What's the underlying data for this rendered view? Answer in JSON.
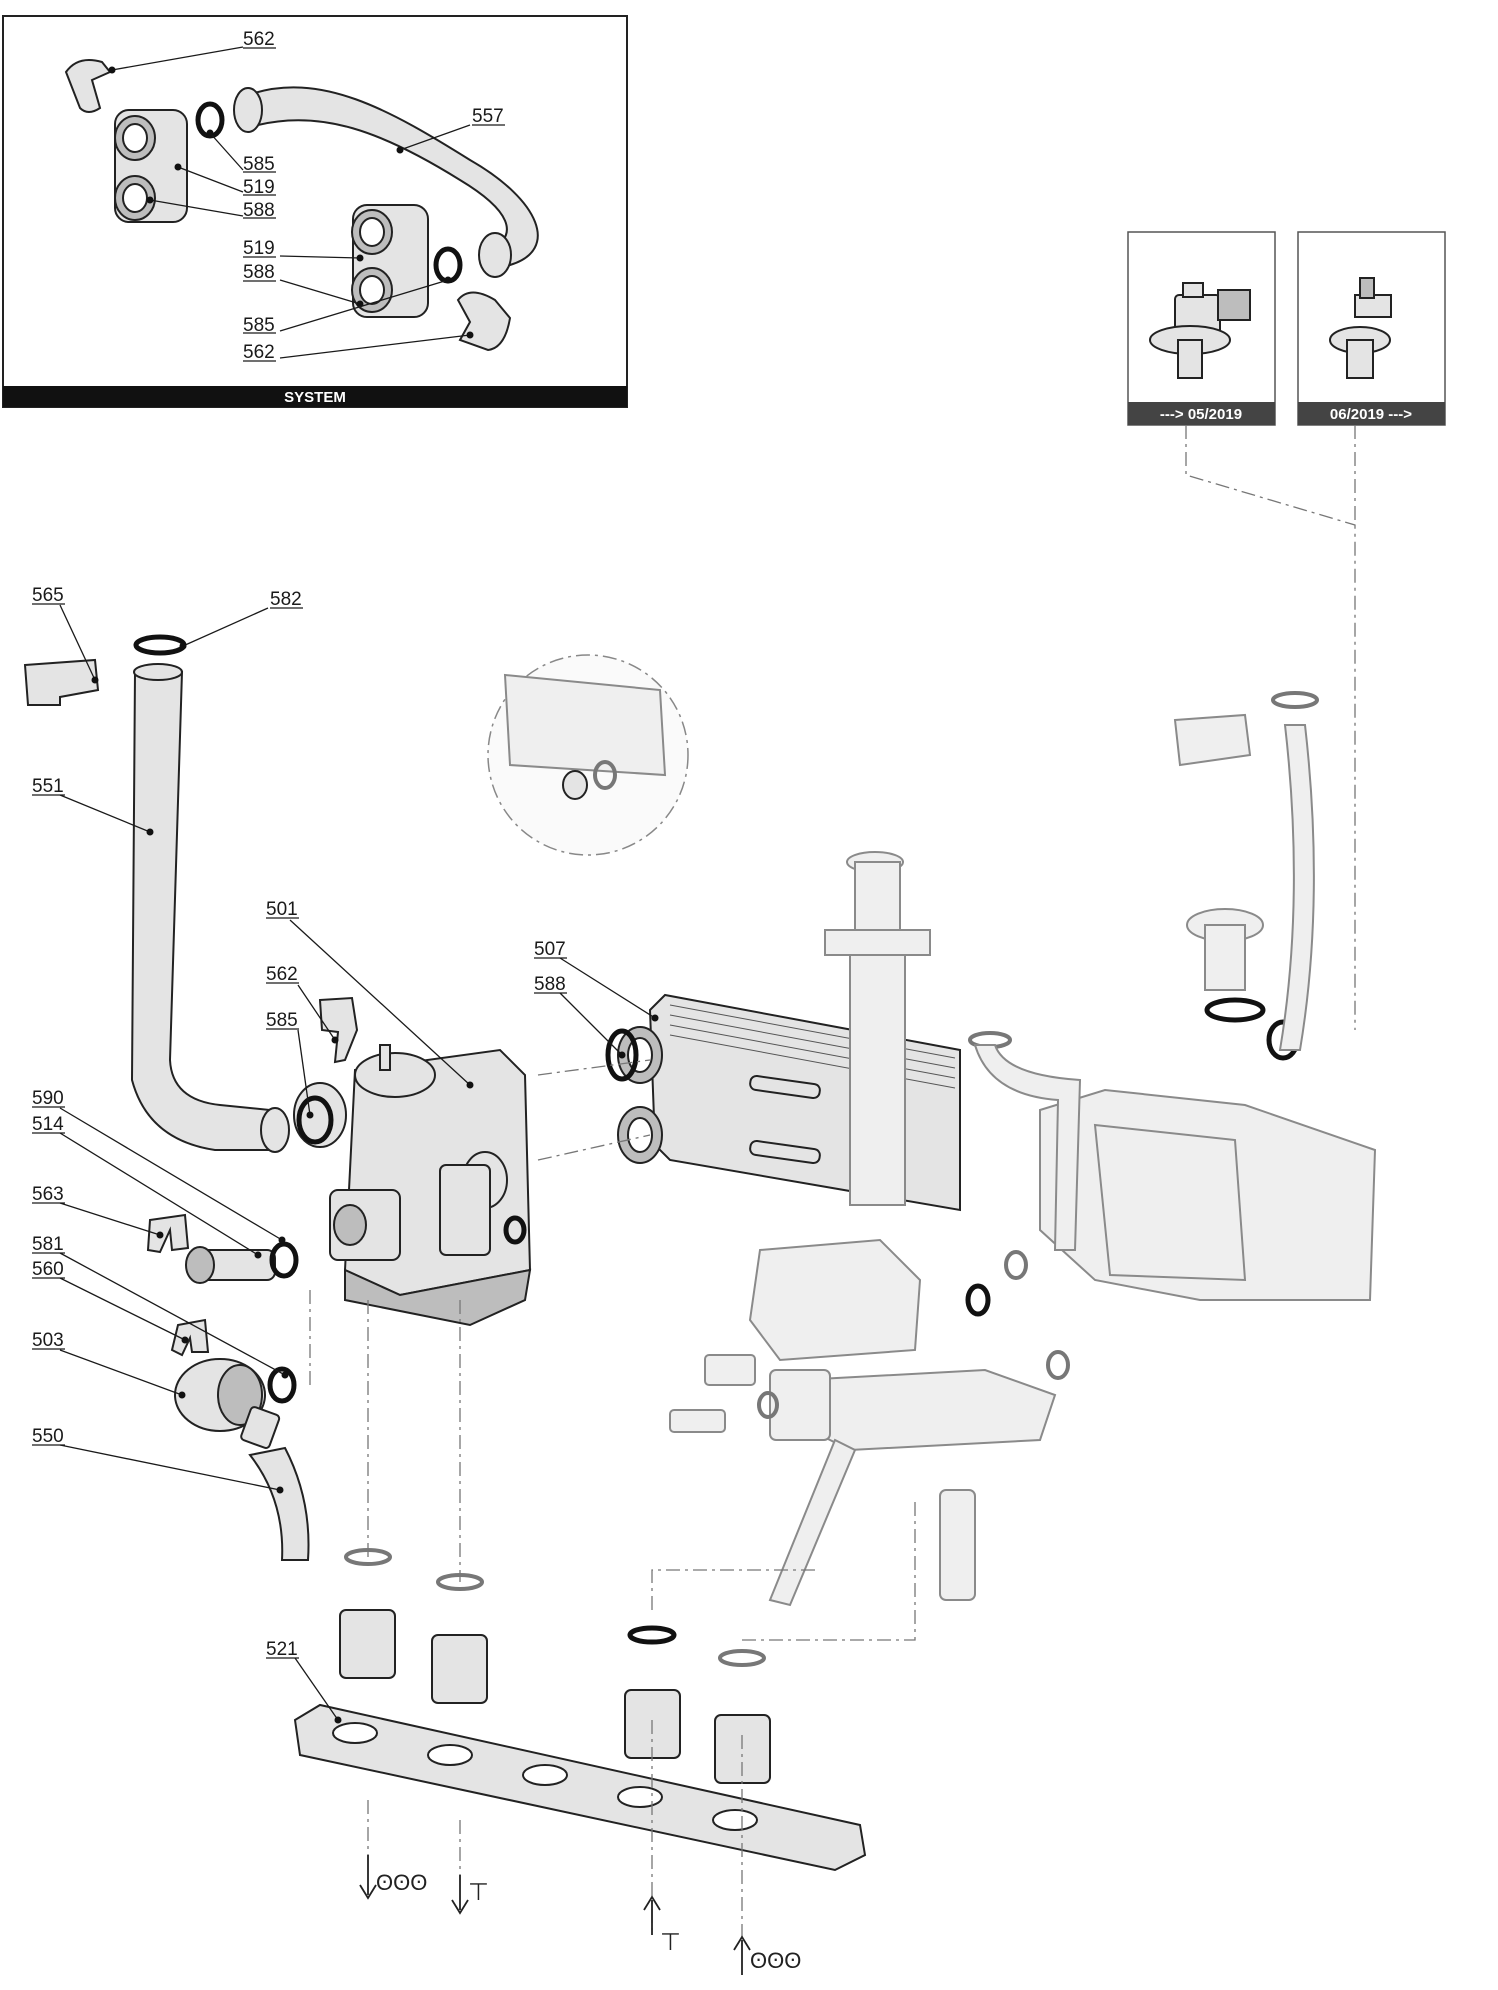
{
  "inset": {
    "title": "SYSTEM",
    "labels": {
      "l562a": "562",
      "l557": "557",
      "l585a": "585",
      "l519a": "519",
      "l588a": "588",
      "l519b": "519",
      "l588b": "588",
      "l585b": "585",
      "l562b": "562"
    }
  },
  "versions": {
    "old_caption": "---> 05/2019",
    "new_caption": "06/2019 --->"
  },
  "main": {
    "labels": {
      "l565": "565",
      "l582": "582",
      "l551": "551",
      "l501": "501",
      "l562": "562",
      "l585": "585",
      "l507": "507",
      "l588": "588",
      "l590": "590",
      "l514": "514",
      "l563": "563",
      "l581": "581",
      "l560": "560",
      "l503": "503",
      "l550": "550",
      "l521": "521"
    }
  }
}
